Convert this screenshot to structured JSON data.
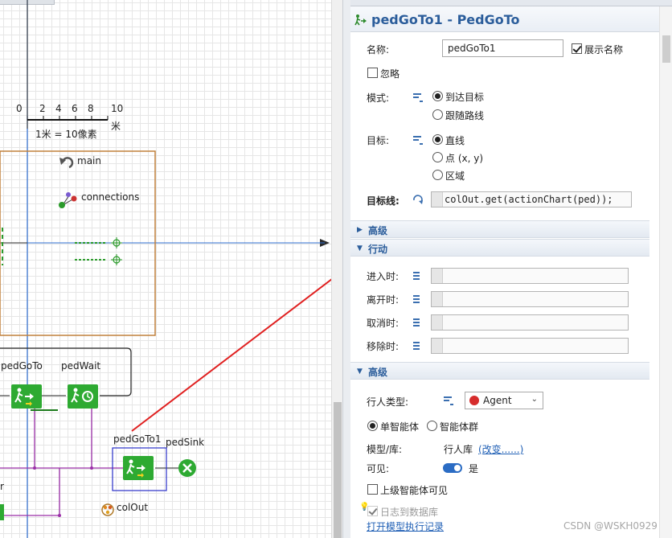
{
  "canvas": {
    "scale_ticks": [
      "0",
      "2",
      "4",
      "6",
      "8",
      "10"
    ],
    "scale_unit": "米",
    "scale_caption": "1米 = 10像素",
    "main_label": "main",
    "connections_label": "connections",
    "blocks": {
      "pedGoTo": "pedGoTo",
      "pedWait": "pedWait",
      "pedGoTo1": "pedGoTo1",
      "pedSink": "pedSink",
      "colOut": "colOut"
    },
    "partial_label": "r"
  },
  "properties": {
    "title": "pedGoTo1 - PedGoTo",
    "name_label": "名称:",
    "name_value": "pedGoTo1",
    "show_name_label": "展示名称",
    "show_name_checked": true,
    "ignore_label": "忽略",
    "ignore_checked": false,
    "mode_label": "模式:",
    "mode_options": [
      "到达目标",
      "跟随路线"
    ],
    "mode_selected": "到达目标",
    "target_label": "目标:",
    "target_options": [
      "直线",
      "点 (x, y)",
      "区域"
    ],
    "target_selected": "直线",
    "target_line_label": "目标线:",
    "target_line_value": "colOut.get(actionChart(ped));",
    "section_advanced": "高级",
    "section_actions": "行动",
    "action_fields": [
      "进入时:",
      "离开时:",
      "取消时:",
      "移除时:"
    ],
    "section_advanced2": "高级",
    "agent_type_label": "行人类型:",
    "agent_type_value": "Agent",
    "single_agent_label": "单智能体",
    "agent_population_label": "智能体群",
    "agent_mode_selected": "单智能体",
    "model_lib_label": "模型/库:",
    "model_lib_value": "行人库",
    "change_link": "(改变......)",
    "visible_label": "可见:",
    "visible_value": "是",
    "visible_on": true,
    "upper_agent_visible_label": "上级智能体可见",
    "upper_agent_visible_checked": false,
    "log_db_label": "日志到数据库",
    "log_db_checked": true,
    "open_log_link": "打开模型执行记录"
  },
  "watermark": "CSDN @WSKH0929",
  "colors": {
    "title_blue": "#2b5d9b",
    "block_green": "#2eaa32",
    "arrow_red": "#e02020",
    "boundary_orange": "#c0803c"
  }
}
